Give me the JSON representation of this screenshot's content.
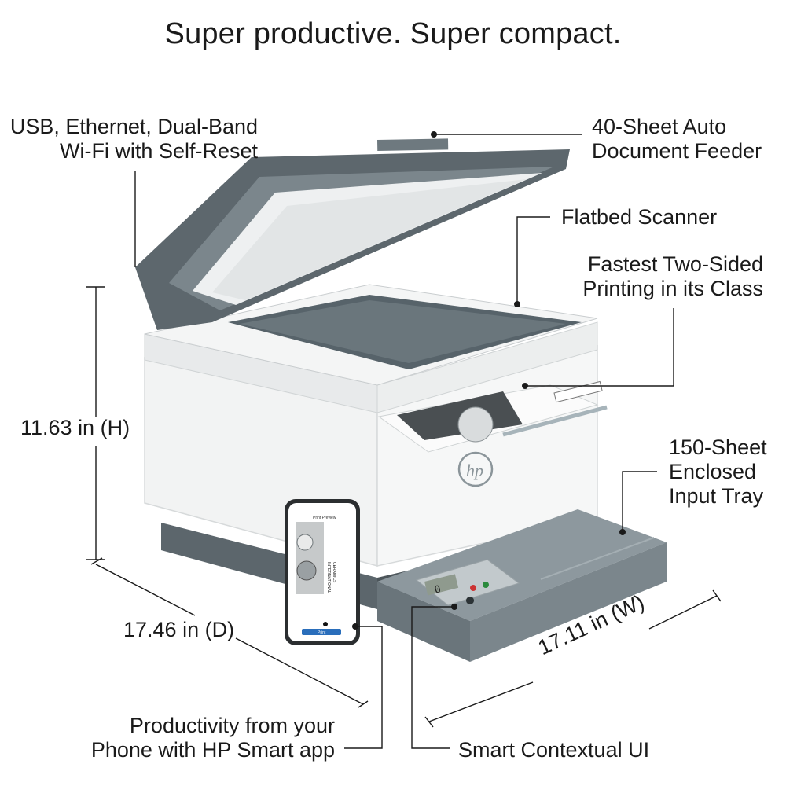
{
  "title": "Super productive. Super compact.",
  "callouts": {
    "connectivity": [
      "USB, Ethernet, Dual-Band",
      "Wi-Fi with Self-Reset"
    ],
    "adf": [
      "40-Sheet Auto",
      "Document Feeder"
    ],
    "scanner": [
      "Flatbed Scanner"
    ],
    "duplex": [
      "Fastest Two-Sided",
      "Printing in its Class"
    ],
    "tray": [
      "150-Sheet",
      "Enclosed",
      "Input Tray"
    ],
    "app": [
      "Productivity from your",
      "Phone with HP Smart app"
    ],
    "ui": [
      "Smart Contextual UI"
    ]
  },
  "dimensions": {
    "height": "11.63 in (H)",
    "depth": "17.46 in (D)",
    "width": "17.11 in (W)"
  },
  "brand": {
    "logo": "hp",
    "accent": "#5b6770",
    "body": "#f3f4f4"
  },
  "phone": {
    "screen_title": "Print Preview",
    "doc_lines": [
      "INTERNATIONAL",
      "CERAMICS"
    ],
    "button": "Print"
  },
  "control_panel": {
    "display": "0"
  }
}
